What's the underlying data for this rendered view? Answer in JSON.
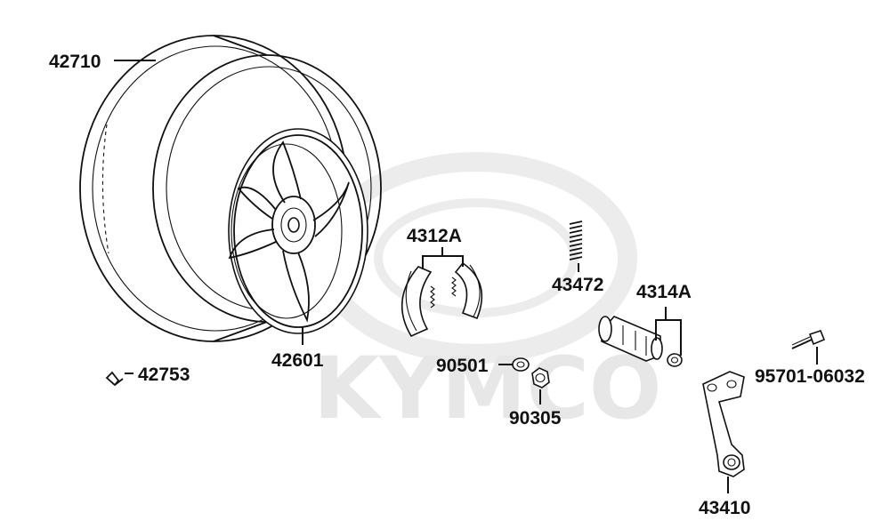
{
  "watermark": {
    "text": "KYMCO"
  },
  "labels": {
    "tire": "42710",
    "wheel": "42601",
    "valve": "42753",
    "brake_shoe": "4312A",
    "spring": "43472",
    "cam": "4314A",
    "washer": "90501",
    "nut": "90305",
    "bolt": "95701-06032",
    "brake_arm": "43410"
  }
}
